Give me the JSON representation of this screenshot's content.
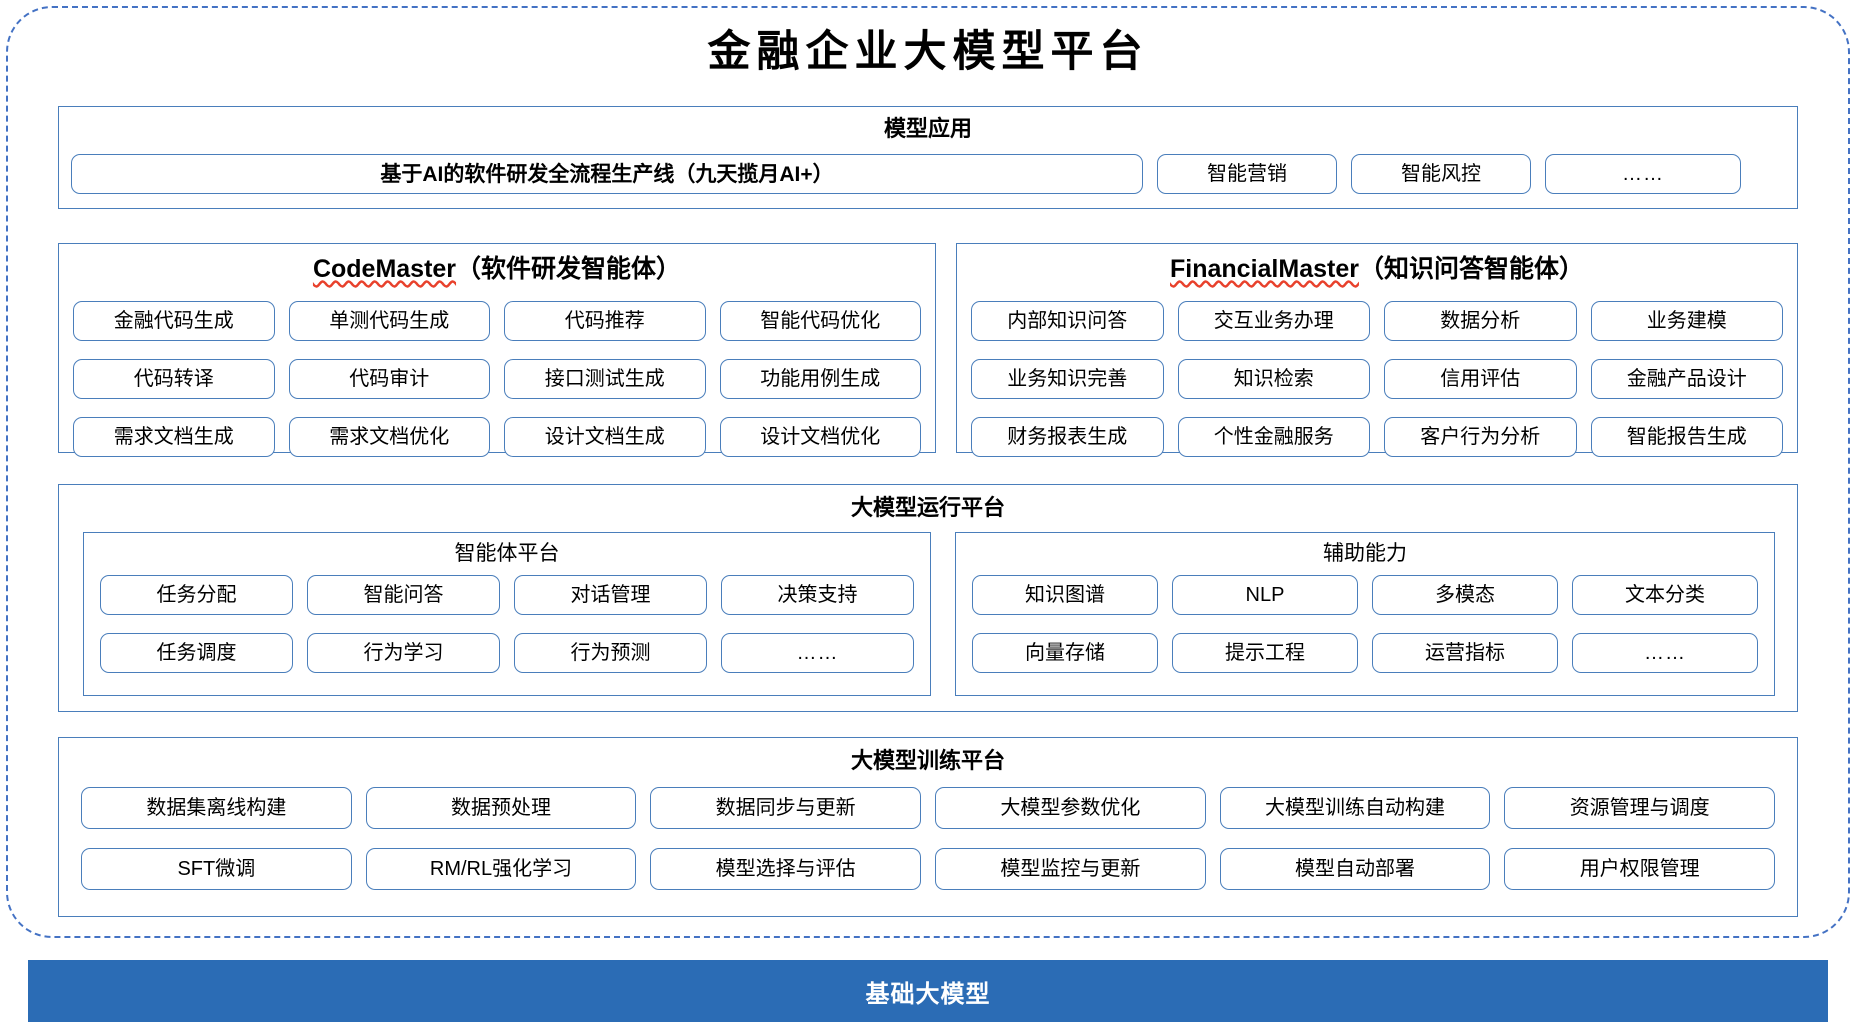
{
  "title": "金融企业大模型平台",
  "layers": {
    "model_application": {
      "title": "模型应用",
      "hero": "基于AI的软件研发全流程生产线（九天揽月AI+）",
      "items": [
        "智能营销",
        "智能风控",
        "……"
      ]
    },
    "agents": [
      {
        "name": "CodeMaster",
        "suffix": "（软件研发智能体）",
        "rows": [
          [
            "金融代码生成",
            "单测代码生成",
            "代码推荐",
            "智能代码优化"
          ],
          [
            "代码转译",
            "代码审计",
            "接口测试生成",
            "功能用例生成"
          ],
          [
            "需求文档生成",
            "需求文档优化",
            "设计文档生成",
            "设计文档优化"
          ]
        ]
      },
      {
        "name": "FinancialMaster",
        "suffix": "（知识问答智能体）",
        "rows": [
          [
            "内部知识问答",
            "交互业务办理",
            "数据分析",
            "业务建模"
          ],
          [
            "业务知识完善",
            "知识检索",
            "信用评估",
            "金融产品设计"
          ],
          [
            "财务报表生成",
            "个性金融服务",
            "客户行为分析",
            "智能报告生成"
          ]
        ]
      }
    ],
    "runtime_platform": {
      "title": "大模型运行平台",
      "sub_panels": [
        {
          "title": "智能体平台",
          "rows": [
            [
              "任务分配",
              "智能问答",
              "对话管理",
              "决策支持"
            ],
            [
              "任务调度",
              "行为学习",
              "行为预测",
              "……"
            ]
          ]
        },
        {
          "title": "辅助能力",
          "rows": [
            [
              "知识图谱",
              "NLP",
              "多模态",
              "文本分类"
            ],
            [
              "向量存储",
              "提示工程",
              "运营指标",
              "……"
            ]
          ]
        }
      ]
    },
    "training_platform": {
      "title": "大模型训练平台",
      "rows": [
        [
          "数据集离线构建",
          "数据预处理",
          "数据同步与更新",
          "大模型参数优化",
          "大模型训练自动构建",
          "资源管理与调度"
        ],
        [
          "SFT微调",
          "RM/RL强化学习",
          "模型选择与评估",
          "模型监控与更新",
          "模型自动部署",
          "用户权限管理"
        ]
      ]
    },
    "foundation": {
      "label": "基础大模型"
    }
  },
  "colors": {
    "accent_blue": "#4a7ebb",
    "frame_dash": "#4472c4",
    "foundation_bg": "#2b6cb5",
    "spellcheck_red": "#e8412c"
  }
}
